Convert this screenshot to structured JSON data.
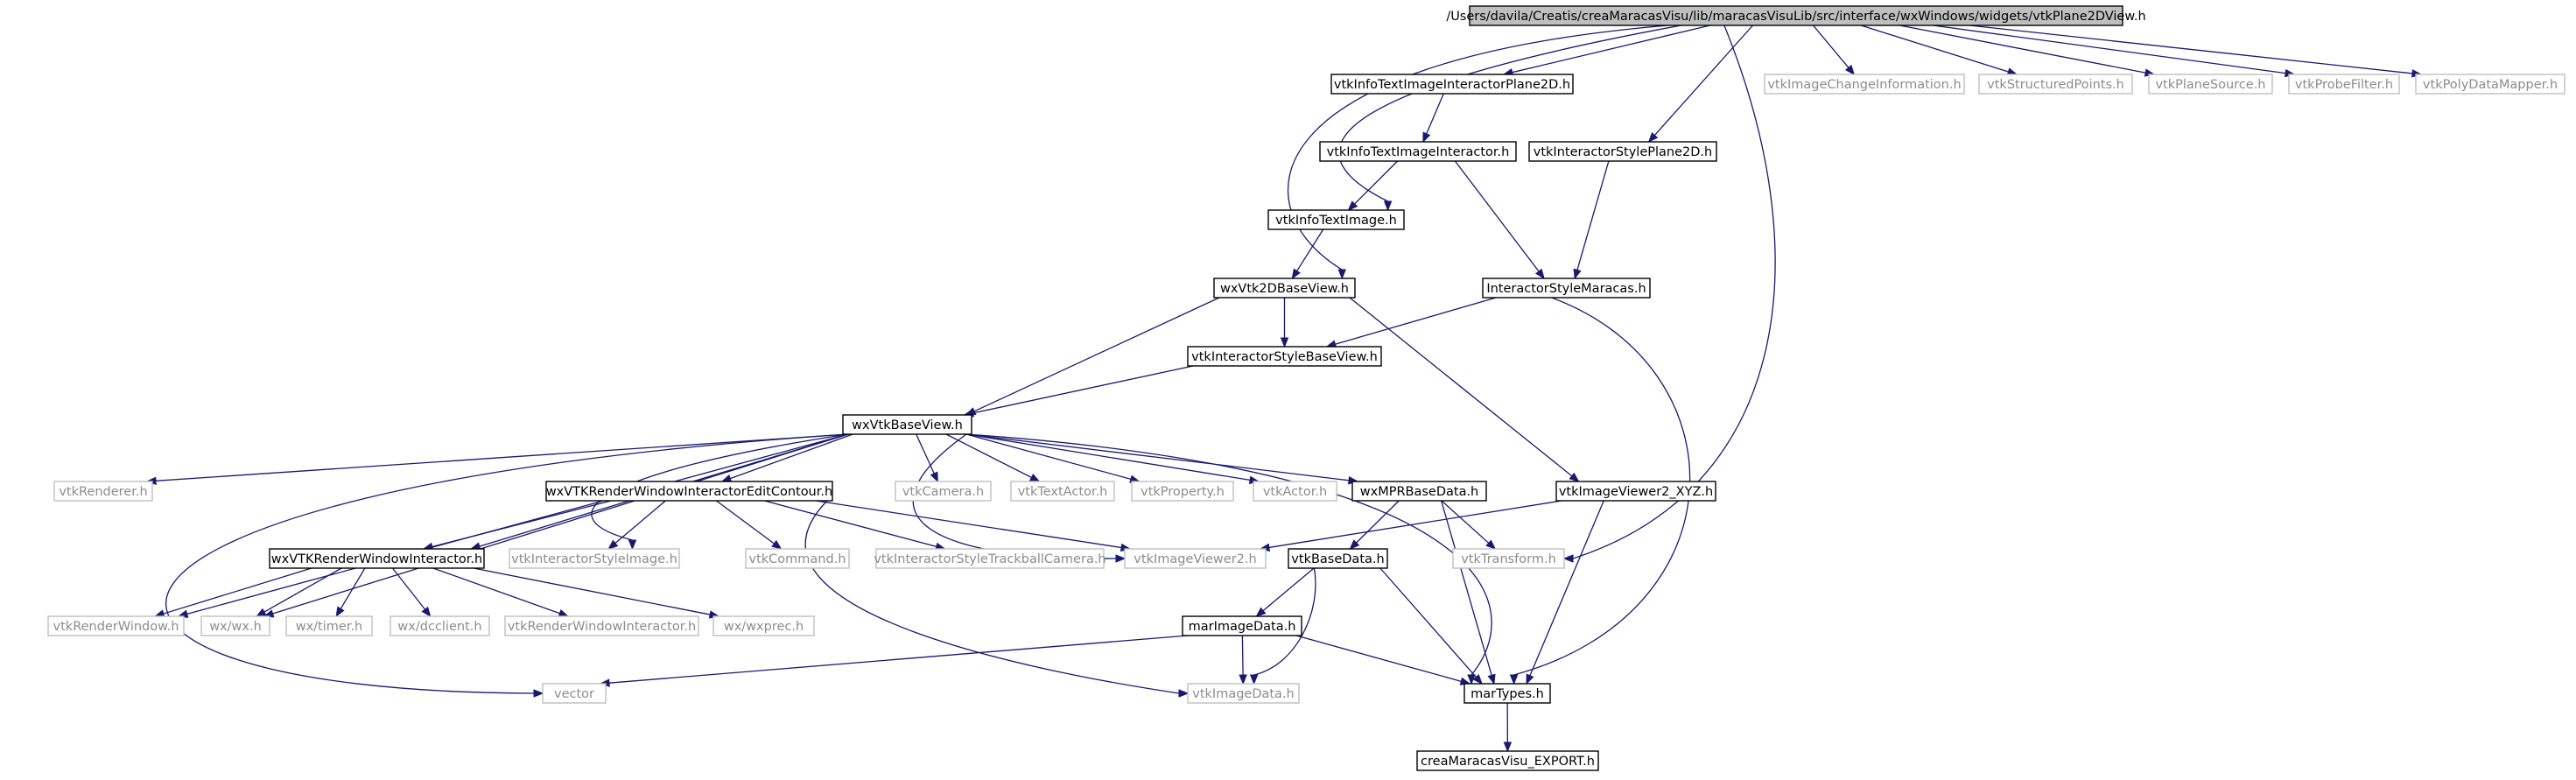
{
  "colors": {
    "edge": "#191970",
    "root_fill": "#bfbfbf",
    "external_border": "#bfbfbf",
    "external_text": "#8c8c8c"
  },
  "nodes": [
    {
      "id": "root",
      "label": "/Users/davila/Creatis/creaMaracasVisu/lib/maracasVisuLib/src/interface/wxWindows/widgets/vtkPlane2DView.h",
      "kind": "root"
    },
    {
      "id": "infoTextPlane",
      "label": "vtkInfoTextImageInteractorPlane2D.h",
      "kind": "documented"
    },
    {
      "id": "imgChange",
      "label": "vtkImageChangeInformation.h",
      "kind": "external"
    },
    {
      "id": "structPts",
      "label": "vtkStructuredPoints.h",
      "kind": "external"
    },
    {
      "id": "planeSrc",
      "label": "vtkPlaneSource.h",
      "kind": "external"
    },
    {
      "id": "probe",
      "label": "vtkProbeFilter.h",
      "kind": "external"
    },
    {
      "id": "polyMapper",
      "label": "vtkPolyDataMapper.h",
      "kind": "external"
    },
    {
      "id": "infoTextInter",
      "label": "vtkInfoTextImageInteractor.h",
      "kind": "documented"
    },
    {
      "id": "styleP2D",
      "label": "vtkInteractorStylePlane2D.h",
      "kind": "documented"
    },
    {
      "id": "infoText",
      "label": "vtkInfoTextImage.h",
      "kind": "documented"
    },
    {
      "id": "wx2d",
      "label": "wxVtk2DBaseView.h",
      "kind": "documented"
    },
    {
      "id": "styleMaracas",
      "label": "InteractorStyleMaracas.h",
      "kind": "documented"
    },
    {
      "id": "styleBase",
      "label": "vtkInteractorStyleBaseView.h",
      "kind": "documented"
    },
    {
      "id": "wxBase",
      "label": "wxVtkBaseView.h",
      "kind": "documented"
    },
    {
      "id": "renderer",
      "label": "vtkRenderer.h",
      "kind": "external"
    },
    {
      "id": "editContour",
      "label": "wxVTKRenderWindowInteractorEditContour.h",
      "kind": "documented"
    },
    {
      "id": "camera",
      "label": "vtkCamera.h",
      "kind": "external"
    },
    {
      "id": "textActor",
      "label": "vtkTextActor.h",
      "kind": "external"
    },
    {
      "id": "property",
      "label": "vtkProperty.h",
      "kind": "external"
    },
    {
      "id": "actor",
      "label": "vtkActor.h",
      "kind": "external"
    },
    {
      "id": "mpr",
      "label": "wxMPRBaseData.h",
      "kind": "documented"
    },
    {
      "id": "viewerXYZ",
      "label": "vtkImageViewer2_XYZ.h",
      "kind": "documented"
    },
    {
      "id": "rwi",
      "label": "wxVTKRenderWindowInteractor.h",
      "kind": "documented"
    },
    {
      "id": "styleImage",
      "label": "vtkInteractorStyleImage.h",
      "kind": "external"
    },
    {
      "id": "command",
      "label": "vtkCommand.h",
      "kind": "external"
    },
    {
      "id": "trackball",
      "label": "vtkInteractorStyleTrackballCamera.h",
      "kind": "external"
    },
    {
      "id": "viewer2",
      "label": "vtkImageViewer2.h",
      "kind": "external"
    },
    {
      "id": "baseData",
      "label": "vtkBaseData.h",
      "kind": "documented"
    },
    {
      "id": "transform",
      "label": "vtkTransform.h",
      "kind": "external"
    },
    {
      "id": "renderWin",
      "label": "vtkRenderWindow.h",
      "kind": "external"
    },
    {
      "id": "wxwx",
      "label": "wx/wx.h",
      "kind": "external"
    },
    {
      "id": "timer",
      "label": "wx/timer.h",
      "kind": "external"
    },
    {
      "id": "dcclient",
      "label": "wx/dcclient.h",
      "kind": "external"
    },
    {
      "id": "rwiVtk",
      "label": "vtkRenderWindowInteractor.h",
      "kind": "external"
    },
    {
      "id": "wxprec",
      "label": "wx/wxprec.h",
      "kind": "external"
    },
    {
      "id": "marImage",
      "label": "marImageData.h",
      "kind": "documented"
    },
    {
      "id": "vector",
      "label": "vector",
      "kind": "external"
    },
    {
      "id": "imageData",
      "label": "vtkImageData.h",
      "kind": "external"
    },
    {
      "id": "marTypes",
      "label": "marTypes.h",
      "kind": "documented"
    },
    {
      "id": "export",
      "label": "creaMaracasVisu_EXPORT.h",
      "kind": "documented"
    }
  ],
  "edges": [
    [
      "root",
      "infoTextPlane"
    ],
    [
      "root",
      "imgChange"
    ],
    [
      "root",
      "structPts"
    ],
    [
      "root",
      "planeSrc"
    ],
    [
      "root",
      "probe"
    ],
    [
      "root",
      "polyMapper"
    ],
    [
      "root",
      "styleP2D"
    ],
    [
      "root",
      "infoText"
    ],
    [
      "root",
      "wx2d"
    ],
    [
      "root",
      "transform"
    ],
    [
      "infoTextPlane",
      "infoTextInter"
    ],
    [
      "infoTextInter",
      "infoText"
    ],
    [
      "infoTextInter",
      "styleMaracas"
    ],
    [
      "styleP2D",
      "styleMaracas"
    ],
    [
      "infoText",
      "wx2d"
    ],
    [
      "wx2d",
      "wxBase"
    ],
    [
      "wx2d",
      "styleBase"
    ],
    [
      "wx2d",
      "viewerXYZ"
    ],
    [
      "styleMaracas",
      "styleBase"
    ],
    [
      "styleMaracas",
      "marTypes"
    ],
    [
      "styleBase",
      "wxBase"
    ],
    [
      "wxBase",
      "renderer"
    ],
    [
      "wxBase",
      "editContour"
    ],
    [
      "wxBase",
      "camera"
    ],
    [
      "wxBase",
      "textActor"
    ],
    [
      "wxBase",
      "property"
    ],
    [
      "wxBase",
      "actor"
    ],
    [
      "wxBase",
      "mpr"
    ],
    [
      "wxBase",
      "rwi"
    ],
    [
      "wxBase",
      "styleImage"
    ],
    [
      "wxBase",
      "viewer2"
    ],
    [
      "wxBase",
      "renderWin"
    ],
    [
      "wxBase",
      "wxwx"
    ],
    [
      "wxBase",
      "vector"
    ],
    [
      "wxBase",
      "marTypes"
    ],
    [
      "editContour",
      "rwi"
    ],
    [
      "editContour",
      "styleImage"
    ],
    [
      "editContour",
      "command"
    ],
    [
      "editContour",
      "trackball"
    ],
    [
      "editContour",
      "viewer2"
    ],
    [
      "editContour",
      "imageData"
    ],
    [
      "mpr",
      "baseData"
    ],
    [
      "mpr",
      "transform"
    ],
    [
      "mpr",
      "marTypes"
    ],
    [
      "viewerXYZ",
      "viewer2"
    ],
    [
      "viewerXYZ",
      "marTypes"
    ],
    [
      "rwi",
      "renderWin"
    ],
    [
      "rwi",
      "wxwx"
    ],
    [
      "rwi",
      "timer"
    ],
    [
      "rwi",
      "dcclient"
    ],
    [
      "rwi",
      "rwiVtk"
    ],
    [
      "rwi",
      "wxprec"
    ],
    [
      "baseData",
      "marImage"
    ],
    [
      "baseData",
      "imageData"
    ],
    [
      "baseData",
      "marTypes"
    ],
    [
      "marImage",
      "vector"
    ],
    [
      "marImage",
      "imageData"
    ],
    [
      "marImage",
      "marTypes"
    ],
    [
      "marTypes",
      "export"
    ]
  ]
}
